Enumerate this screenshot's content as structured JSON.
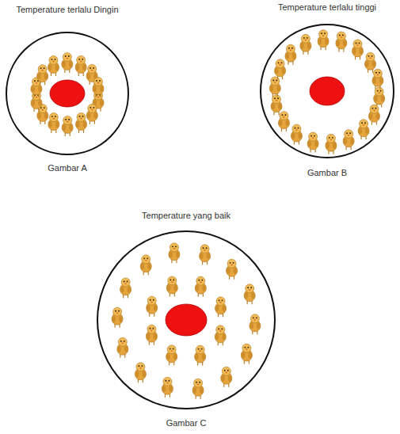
{
  "diagram": {
    "nodes": [
      {
        "text": [
          "Temperature terlalu Dingin",
          "Gambar A"
        ]
      },
      {
        "text": [
          "Temperature terlalu tinggi",
          "Gambar B"
        ]
      },
      {
        "text": [
          "Temperature yang baik",
          "Gambar C"
        ]
      }
    ]
  }
}
